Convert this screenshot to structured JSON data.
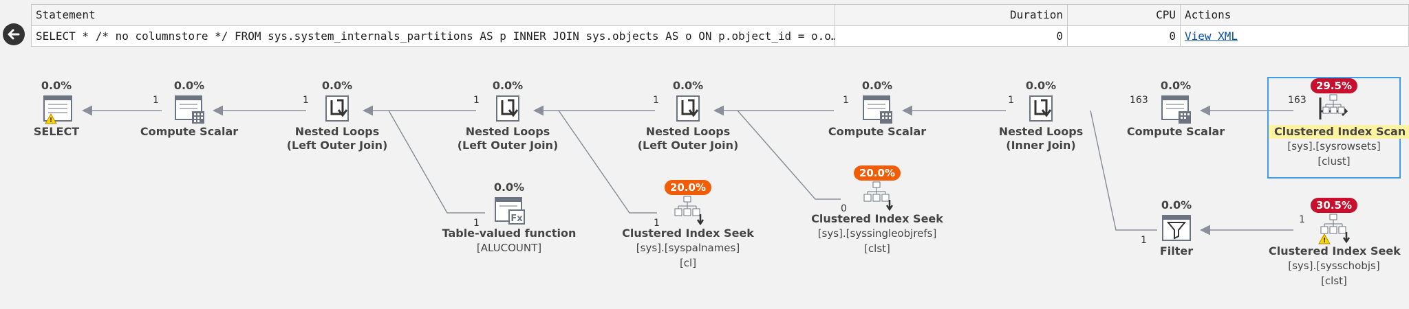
{
  "grid": {
    "headers": {
      "statement": "Statement",
      "duration": "Duration",
      "cpu": "CPU",
      "actions": "Actions"
    },
    "row": {
      "statement": "SELECT * /* no columnstore */ FROM sys.system_internals_partitions AS p INNER JOIN sys.objects AS o ON p.object_id = o.o…",
      "duration": "0",
      "cpu": "0",
      "action": "View XML"
    }
  },
  "plan": {
    "operators": [
      {
        "pct": "0.0%",
        "name": "SELECT",
        "sub1": "",
        "sub2": "",
        "icon": "select-icon",
        "warning": true
      },
      {
        "pct": "0.0%",
        "name": "Compute Scalar",
        "sub1": "",
        "sub2": "",
        "icon": "compute-scalar-icon"
      },
      {
        "pct": "0.0%",
        "name": "Nested Loops",
        "sub1": "(Left Outer Join)",
        "sub2": "",
        "icon": "nested-loops-icon"
      },
      {
        "pct": "0.0%",
        "name": "Nested Loops",
        "sub1": "(Left Outer Join)",
        "sub2": "",
        "icon": "nested-loops-icon"
      },
      {
        "pct": "0.0%",
        "name": "Nested Loops",
        "sub1": "(Left Outer Join)",
        "sub2": "",
        "icon": "nested-loops-icon"
      },
      {
        "pct": "0.0%",
        "name": "Compute Scalar",
        "sub1": "",
        "sub2": "",
        "icon": "compute-scalar-icon"
      },
      {
        "pct": "0.0%",
        "name": "Nested Loops",
        "sub1": "(Inner Join)",
        "sub2": "",
        "icon": "nested-loops-icon"
      },
      {
        "pct": "0.0%",
        "name": "Compute Scalar",
        "sub1": "",
        "sub2": "",
        "icon": "compute-scalar-icon"
      },
      {
        "pct": "29.5%",
        "name": "Clustered Index Scan",
        "sub1": "[sys].[sysrowsets]",
        "sub2": "[clust]",
        "icon": "clustered-index-scan-icon",
        "badge": "red",
        "selected": true
      },
      {
        "pct": "0.0%",
        "name": "Table-valued function",
        "sub1": "[ALUCOUNT]",
        "sub2": "",
        "icon": "table-valued-function-icon"
      },
      {
        "pct": "20.0%",
        "name": "Clustered Index Seek",
        "sub1": "[sys].[syspalnames]",
        "sub2": "[cl]",
        "icon": "clustered-index-seek-icon",
        "badge": "orange"
      },
      {
        "pct": "20.0%",
        "name": "Clustered Index Seek",
        "sub1": "[sys].[syssingleobjrefs]",
        "sub2": "[clst]",
        "icon": "clustered-index-seek-icon",
        "badge": "orange"
      },
      {
        "pct": "0.0%",
        "name": "Filter",
        "sub1": "",
        "sub2": "",
        "icon": "filter-icon"
      },
      {
        "pct": "30.5%",
        "name": "Clustered Index Seek",
        "sub1": "[sys].[sysschobjs]",
        "sub2": "[clst]",
        "icon": "clustered-index-seek-icon",
        "badge": "red",
        "warning": true
      }
    ],
    "row_counts": [
      "1",
      "1",
      "1",
      "1",
      "1",
      "163",
      "163",
      "1",
      "1",
      "1",
      "0",
      "1",
      "1"
    ]
  },
  "colors": {
    "arrow": "#8a9099",
    "selection": "#3b9ee6",
    "badge_red": "#c8102e",
    "badge_orange": "#f25c05",
    "link": "#0b4fa8"
  }
}
